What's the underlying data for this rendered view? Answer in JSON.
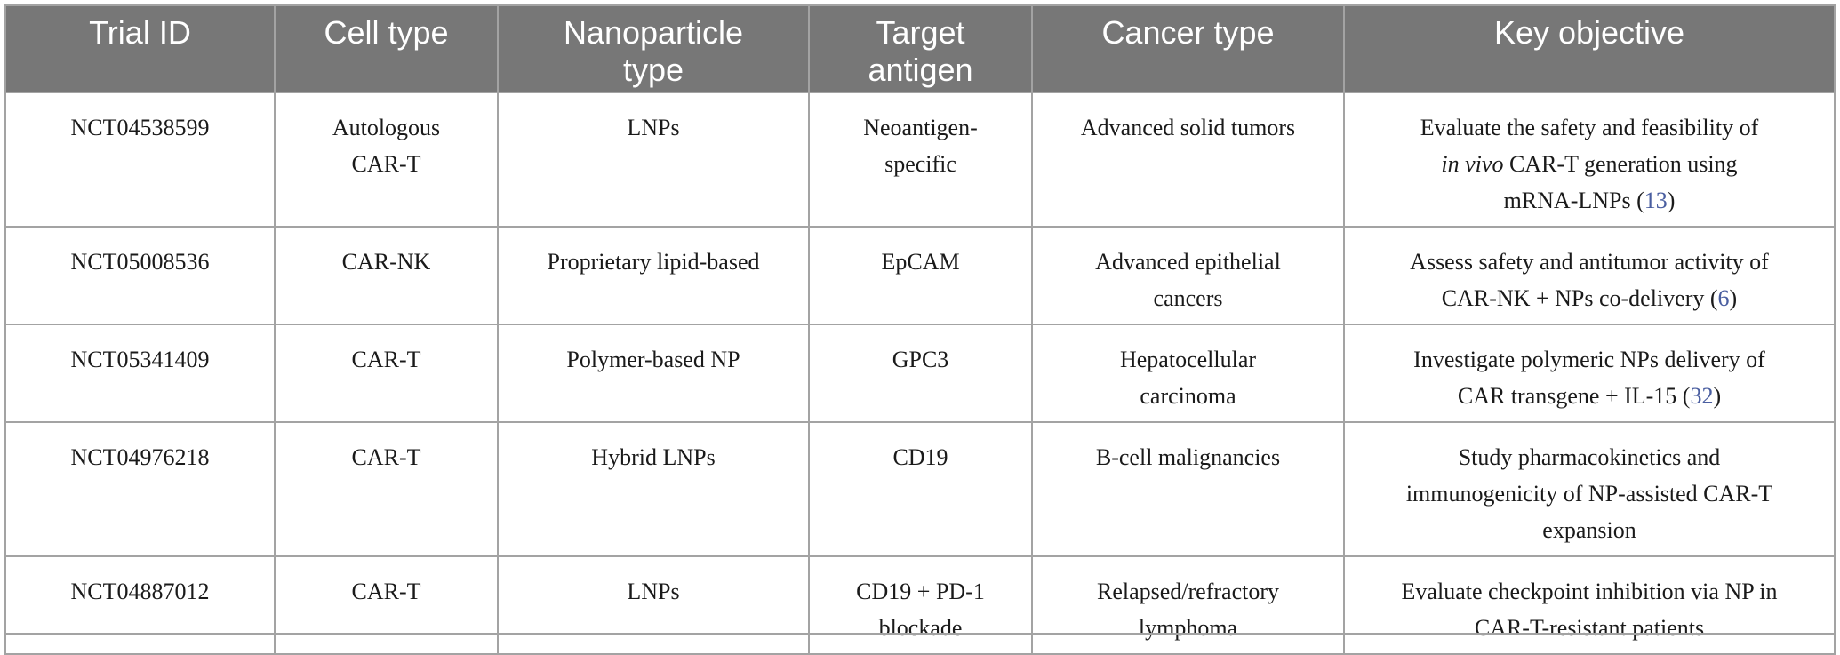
{
  "table": {
    "headers": {
      "trial_id": "Trial ID",
      "cell_type": "Cell type",
      "nanoparticle_type_line1": "Nanoparticle",
      "nanoparticle_type_line2": "type",
      "target_antigen_line1": "Target",
      "target_antigen_line2": "antigen",
      "cancer_type": "Cancer type",
      "key_objective": "Key objective"
    },
    "rows": [
      {
        "trial_id": "NCT04538599",
        "cell_type_line1": "Autologous",
        "cell_type_line2": "CAR-T",
        "nanoparticle_type": "LNPs",
        "target_antigen_line1": "Neoantigen-",
        "target_antigen_line2": "specific",
        "cancer_type": "Advanced solid tumors",
        "objective_line1": "Evaluate the safety and feasibility of",
        "objective_italic": "in vivo",
        "objective_line2_rest": " CAR-T generation using",
        "objective_line3": "mRNA-LNPs (",
        "objective_ref": "13",
        "objective_close": ")"
      },
      {
        "trial_id": "NCT05008536",
        "cell_type": "CAR-NK",
        "nanoparticle_type": "Proprietary lipid-based",
        "target_antigen": "EpCAM",
        "cancer_type_line1": "Advanced epithelial",
        "cancer_type_line2": "cancers",
        "objective_line1": "Assess safety and antitumor activity of",
        "objective_line2": "CAR-NK + NPs co-delivery (",
        "objective_ref": "6",
        "objective_close": ")"
      },
      {
        "trial_id": "NCT05341409",
        "cell_type": "CAR-T",
        "nanoparticle_type": "Polymer-based NP",
        "target_antigen": "GPC3",
        "cancer_type_line1": "Hepatocellular",
        "cancer_type_line2": "carcinoma",
        "objective_line1": "Investigate polymeric NPs delivery of",
        "objective_line2": "CAR transgene + IL-15 (",
        "objective_ref": "32",
        "objective_close": ")"
      },
      {
        "trial_id": "NCT04976218",
        "cell_type": "CAR-T",
        "nanoparticle_type": "Hybrid LNPs",
        "target_antigen": "CD19",
        "cancer_type": "B-cell malignancies",
        "objective_line1": "Study pharmacokinetics and",
        "objective_line2": "immunogenicity of NP-assisted CAR-T",
        "objective_line3": "expansion"
      },
      {
        "trial_id": "NCT04887012",
        "cell_type": "CAR-T",
        "nanoparticle_type": "LNPs",
        "target_antigen_line1": "CD19 + PD-1",
        "target_antigen_line2": "blockade",
        "cancer_type_line1": "Relapsed/refractory",
        "cancer_type_line2": "lymphoma",
        "objective_line1": "Evaluate checkpoint inhibition via NP in",
        "objective_line2": "CAR-T-resistant patients"
      }
    ]
  },
  "colors": {
    "header_background": "#777777",
    "header_text": "#ffffff",
    "grid_lines": "#a3a3a3",
    "reference_link": "#4a5ea0"
  }
}
